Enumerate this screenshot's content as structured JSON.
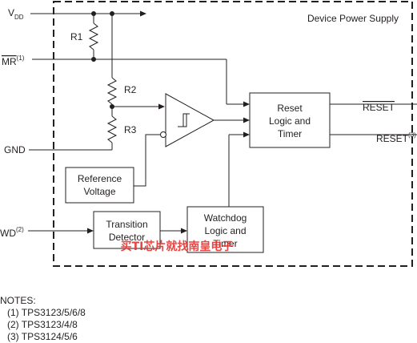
{
  "block_title": "Device Power Supply",
  "pins": {
    "vdd_main": "V",
    "vdd_sub": "DD",
    "mr": "MR",
    "mr_ref": "(1)",
    "gnd": "GND",
    "wd": "WD",
    "wd_ref": "(2)",
    "reset_bar": "RESET",
    "reset": "RESET",
    "reset_ref": "(3)"
  },
  "resistors": {
    "r1": "R1",
    "r2": "R2",
    "r3": "R3"
  },
  "blocks": {
    "reset_logic": [
      "Reset",
      "Logic and",
      "Timer"
    ],
    "reference": [
      "Reference",
      "Voltage"
    ],
    "transition": [
      "Transition",
      "Detector"
    ],
    "watchdog": [
      "Watchdog",
      "Logic and",
      "Timer"
    ]
  },
  "watermark": "买TI芯片就找南皇电子",
  "notes": {
    "heading": "NOTES:",
    "items": [
      "(1) TPS3123/5/6/8",
      "(2) TPS3123/4/8",
      "(3) TPS3124/5/6"
    ]
  }
}
